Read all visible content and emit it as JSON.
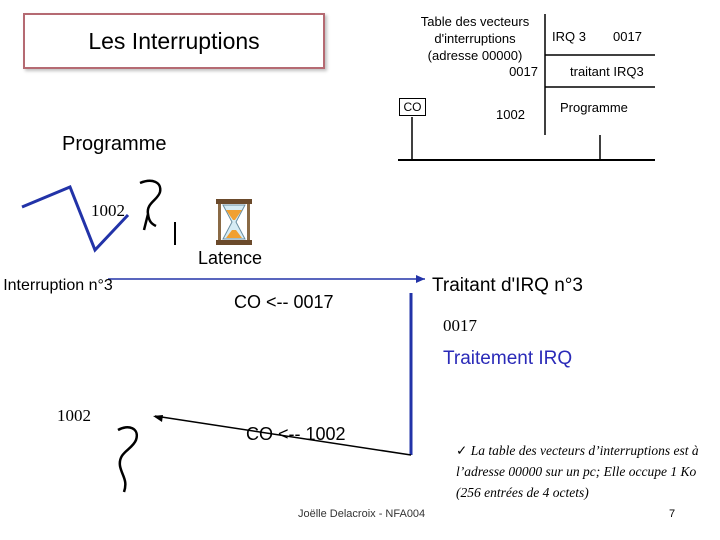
{
  "slide": {
    "title": "Les Interruptions",
    "vector_table_label": "Table des vecteurs d'interruptions (adresse 00000)",
    "vector_table_addr": "0017",
    "co_label": "CO",
    "memory_addr_1002": "1002",
    "irq_label": "IRQ 3",
    "irq_addr": "0017",
    "traitant_label": "traitant IRQ3",
    "programme_small": "Programme",
    "programme": "Programme",
    "addr_1002_top": "1002",
    "latence": "Latence",
    "interruption": "Interruption n°3",
    "co_load_0017": "CO <-- 0017",
    "traitant_irq": "Traitant d'IRQ n°3",
    "addr_0017": "0017",
    "traitement": "Traitement IRQ",
    "addr_1002_bottom": "1002",
    "co_load_1002": "CO <-- 1002",
    "note_check": "✓",
    "note": "La table des vecteurs d’interruptions est à l’adresse 00000 sur un pc; Elle occupe 1 Ko (256 entrées de 4 octets)",
    "footer": "Joëlle Delacroix - NFA004",
    "page_number": "7"
  },
  "colors": {
    "arrow_blue": "#2233a8",
    "title_border": "#b56a72",
    "traitement_text": "#2a2ab8"
  },
  "icons": [
    "hourglass-icon",
    "checkmark-icon"
  ]
}
